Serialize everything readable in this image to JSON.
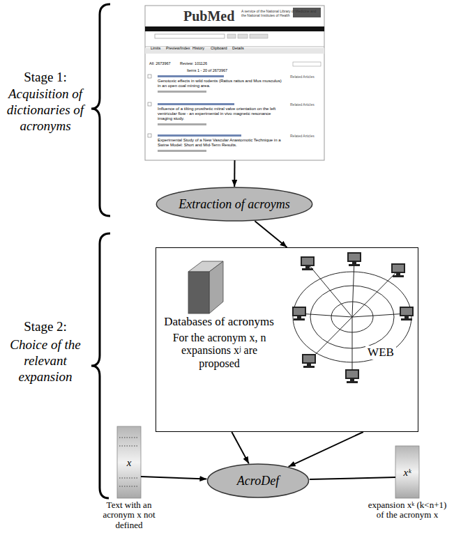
{
  "diagram": {
    "nodes": [
      {
        "text": [
          "PubMed",
          "A service of the National Library of Medicine and the National Institutes of Health",
          "Limits",
          "Preview/Index",
          "History",
          "Clipboard",
          "Details",
          "All: 2673967",
          "Review: 101126",
          "Items 1 - 20 of 2673967",
          "Genotoxic effects in wild rodents (Rattus rattus and Mus musculus) in an open coal mining area.",
          "Related Articles",
          "Influence of a tilting prosthetic mitral valve orientation on the left ventricular flow - an experimental in vivo magnetic resonance imaging study.",
          "Related Articles",
          "Experimental Study of a New Vascular Anastomotic Technique in a Swine Model: Short and Mid-Term Results.",
          "Related Articles"
        ]
      },
      {
        "text": [
          "Extraction of acroyms"
        ]
      },
      {
        "text": [
          "Databases of acronyms",
          "For the acronym x, n expansions xʲ are proposed",
          "WEB"
        ]
      },
      {
        "text": [
          "x",
          "Text with an acronym x not defined"
        ]
      },
      {
        "text": [
          "AcroDef"
        ]
      },
      {
        "text": [
          "xᵏ",
          "expansion xᵏ (k<n+1) of the acronym x"
        ]
      }
    ],
    "edges": [
      {
        "from": 0,
        "to": 1,
        "arrow": "to"
      },
      {
        "from": 1,
        "to": 2,
        "arrow": "to"
      },
      {
        "from": 2,
        "to": 4,
        "arrow": "to"
      },
      {
        "from": 2,
        "to": 4,
        "arrow": "to"
      },
      {
        "from": 3,
        "to": 4,
        "arrow": "to"
      },
      {
        "from": 4,
        "to": 5,
        "arrow": "none"
      }
    ],
    "labels": [
      "Stage 1:",
      "Acquisition of dictionaries of acronyms",
      "Stage 2:",
      "Choice of the relevant expansion"
    ]
  }
}
